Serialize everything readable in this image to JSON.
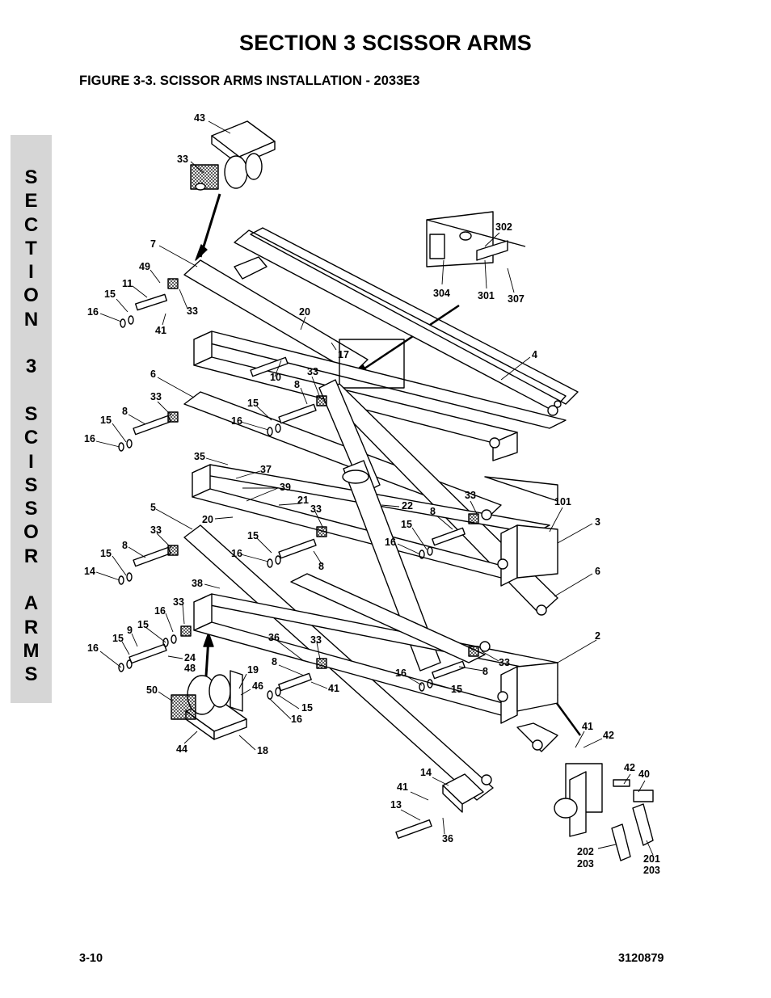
{
  "page": {
    "section_title": "SECTION 3  SCISSOR ARMS",
    "figure_title": "FIGURE 3-3.    SCISSOR ARMS INSTALLATION - 2033E3",
    "side_tab_letters": [
      "S",
      "E",
      "C",
      "T",
      "I",
      "O",
      "N",
      "",
      "3",
      "",
      "S",
      "C",
      "I",
      "S",
      "S",
      "O",
      "R",
      "",
      "A",
      "R",
      "M",
      "S"
    ],
    "footer_page": "3-10",
    "footer_doc": "3120879"
  },
  "callouts": {
    "c1": "43",
    "c2": "33",
    "c3": "7",
    "c4": "49",
    "c5": "11",
    "c6": "15",
    "c7": "16",
    "c8": "33",
    "c9": "41",
    "c10": "20",
    "c11": "17",
    "c12": "302",
    "c13": "304",
    "c14": "301",
    "c15": "307",
    "c16": "4",
    "c17": "6",
    "c18": "33",
    "c19": "10",
    "c20": "33",
    "c21": "8",
    "c22": "15",
    "c23": "16",
    "c24": "8",
    "c25": "15",
    "c26": "16",
    "c27": "35",
    "c28": "37",
    "c29": "39",
    "c30": "21",
    "c31": "33",
    "c32": "20",
    "c33": "22",
    "c34": "33",
    "c35": "8",
    "c36": "15",
    "c37": "16",
    "c38": "101",
    "c39": "3",
    "c40": "5",
    "c41": "33",
    "c42": "8",
    "c43": "15",
    "c44": "14",
    "c45": "15",
    "c46": "16",
    "c47": "8",
    "c48": "6",
    "c49": "38",
    "c50": "16",
    "c51": "33",
    "c52": "9",
    "c53": "15",
    "c54": "15",
    "c55": "16",
    "c56": "24",
    "c57": "48",
    "c58": "36",
    "c59": "33",
    "c60": "2",
    "c61": "8",
    "c62": "33",
    "c63": "16",
    "c64": "15",
    "c65": "8",
    "c66": "19",
    "c67": "46",
    "c68": "41",
    "c69": "50",
    "c70": "15",
    "c71": "16",
    "c72": "44",
    "c73": "18",
    "c74": "41",
    "c75": "42",
    "c76": "14",
    "c77": "42",
    "c78": "40",
    "c79": "41",
    "c80": "13",
    "c81": "36",
    "c82": "202",
    "c83": "203",
    "c84": "201",
    "c85": "203"
  }
}
